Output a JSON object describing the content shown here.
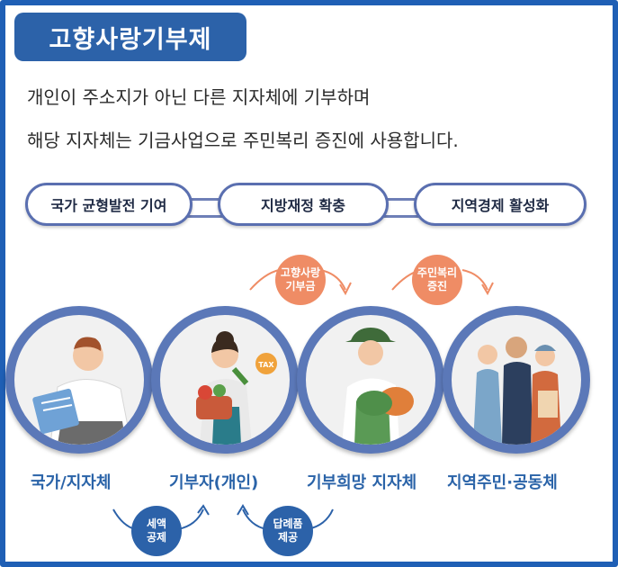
{
  "title": "고향사랑기부제",
  "description": {
    "line1": "개인이 주소지가 아닌 다른 지자체에 기부하며",
    "line2": "해당 지자체는 기금사업으로 주민복리 증진에 사용합니다."
  },
  "goals": [
    "국가 균형발전 기여",
    "지방재정 확충",
    "지역경제 활성화"
  ],
  "actors": [
    {
      "label": "국가/지자체",
      "icon": "official-person-icon"
    },
    {
      "label": "기부자(개인)",
      "icon": "donor-person-icon"
    },
    {
      "label": "기부희망 지자체",
      "icon": "farmer-icon"
    },
    {
      "label": "지역주민·공동체",
      "icon": "residents-group-icon"
    }
  ],
  "flows_top": [
    {
      "line1": "고향사랑",
      "line2": "기부금"
    },
    {
      "line1": "주민복리",
      "line2": "증진"
    }
  ],
  "flows_bottom": [
    {
      "line1": "세액",
      "line2": "공제"
    },
    {
      "line1": "답례품",
      "line2": "제공"
    }
  ],
  "tax_badge": "TAX",
  "colors": {
    "frame": "#1f5fb5",
    "title_bg": "#2c62a9",
    "circle_ring": "#5b78b8",
    "label": "#2a63a8",
    "orange": "#ef8c65"
  }
}
